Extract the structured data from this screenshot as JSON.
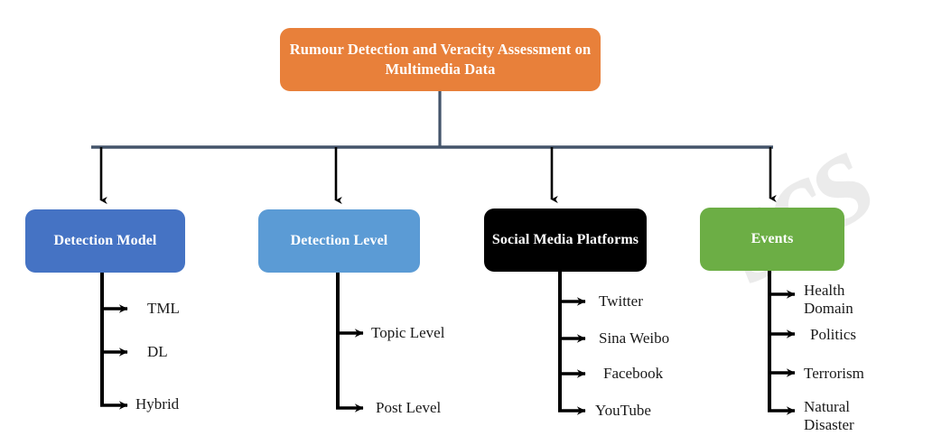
{
  "diagram": {
    "title": "Rumour Detection and Veracity Assessment on Multimedia Data",
    "type": "hierarchy-tree",
    "watermark": "scs",
    "colors": {
      "root": "#E8803A",
      "detection_model": "#4573C4",
      "detection_level": "#5B9BD5",
      "social_media_platforms": "#000000",
      "events": "#6CAE45",
      "connector": "#44546A",
      "arrow": "#000000",
      "label_text": "#1a1a1a",
      "box_text": "#ffffff",
      "background": "#ffffff"
    }
  },
  "root": {
    "label": "Rumour Detection and Veracity\nAssessment on Multimedia Data",
    "line1": "Rumour Detection and Veracity",
    "line2": "Assessment on Multimedia Data"
  },
  "categories": [
    {
      "id": "detection-model",
      "label": "Detection Model",
      "color": "#4573C4",
      "leaves": [
        "TML",
        "DL",
        "Hybrid"
      ]
    },
    {
      "id": "detection-level",
      "label": "Detection Level",
      "color": "#5B9BD5",
      "leaves": [
        "Topic Level",
        "Post Level"
      ]
    },
    {
      "id": "social-media-platforms",
      "label": "Social Media\nPlatforms",
      "line1": "Social Media",
      "line2": "Platforms",
      "color": "#000000",
      "leaves": [
        "Twitter",
        "Sina Weibo",
        "Facebook",
        "YouTube"
      ]
    },
    {
      "id": "events",
      "label": "Events",
      "color": "#6CAE45",
      "leaves": [
        "Health\nDomain",
        "Politics",
        "Terrorism",
        "Natural\nDisaster"
      ]
    }
  ],
  "leaf_labels": {
    "tml": "TML",
    "dl": "DL",
    "hybrid": "Hybrid",
    "topic_level": "Topic Level",
    "post_level": "Post Level",
    "twitter": "Twitter",
    "sina_weibo": "Sina Weibo",
    "facebook": "Facebook",
    "youtube": "YouTube",
    "health_domain": "Health\nDomain",
    "politics": "Politics",
    "terrorism": "Terrorism",
    "natural_disaster": "Natural\nDisaster"
  }
}
